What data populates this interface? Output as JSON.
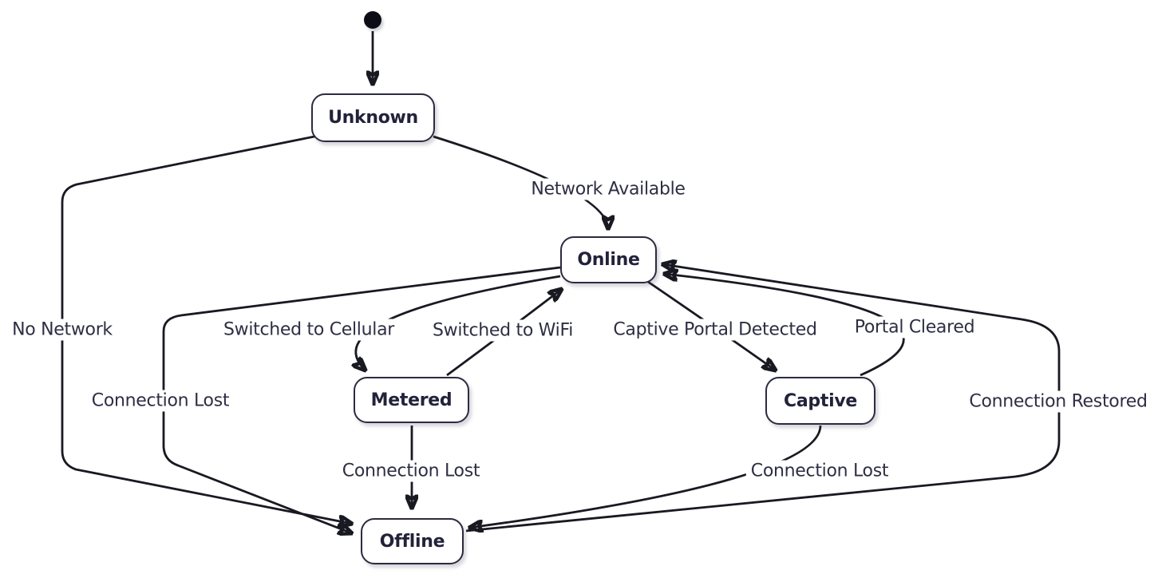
{
  "diagram": {
    "kind": "state-machine",
    "colors": {
      "background": "#ffffff",
      "line": "#191922",
      "node_border": "#2b2b40",
      "node_fill": "#ffffff",
      "node_text": "#22223a",
      "label_text": "#2e2e44",
      "initial_dot": "#111118"
    },
    "states": {
      "start": {
        "type": "initial",
        "label": ""
      },
      "unknown": {
        "label": "Unknown"
      },
      "online": {
        "label": "Online"
      },
      "metered": {
        "label": "Metered"
      },
      "captive": {
        "label": "Captive"
      },
      "offline": {
        "label": "Offline"
      }
    },
    "transitions": {
      "start_to_unknown": {
        "from": "[*]",
        "to": "Unknown",
        "label": ""
      },
      "unknown_to_online": {
        "from": "Unknown",
        "to": "Online",
        "label": "Network Available"
      },
      "unknown_to_offline": {
        "from": "Unknown",
        "to": "Offline",
        "label": "No Network"
      },
      "online_to_metered": {
        "from": "Online",
        "to": "Metered",
        "label": "Switched to Cellular"
      },
      "metered_to_online": {
        "from": "Metered",
        "to": "Online",
        "label": "Switched to WiFi"
      },
      "online_to_captive": {
        "from": "Online",
        "to": "Captive",
        "label": "Captive Portal Detected"
      },
      "captive_to_online": {
        "from": "Captive",
        "to": "Online",
        "label": "Portal Cleared"
      },
      "online_to_offline": {
        "from": "Online",
        "to": "Offline",
        "label": "Connection Lost"
      },
      "metered_to_offline": {
        "from": "Metered",
        "to": "Offline",
        "label": "Connection Lost"
      },
      "captive_to_offline": {
        "from": "Captive",
        "to": "Offline",
        "label": "Connection Lost"
      },
      "offline_to_online": {
        "from": "Offline",
        "to": "Online",
        "label": "Connection Restored"
      }
    }
  }
}
